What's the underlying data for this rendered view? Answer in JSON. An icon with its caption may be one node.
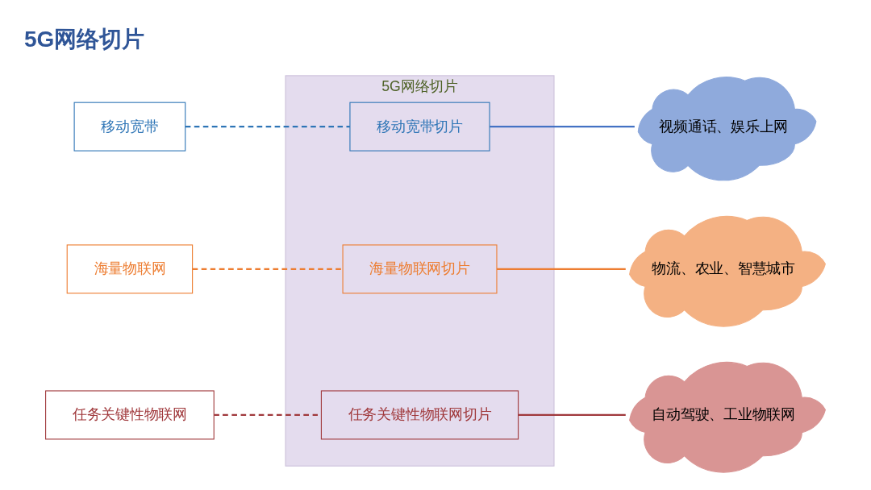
{
  "diagram": {
    "title": "5G网络切片",
    "nodes": [
      {
        "text": [
          "移动宽带"
        ]
      },
      {
        "text": [
          "海量物联网"
        ]
      },
      {
        "text": [
          "任务关键性物联网"
        ]
      },
      {
        "text": [
          "5G网络切片"
        ]
      },
      {
        "text": [
          "移动宽带切片"
        ],
        "in": 3
      },
      {
        "text": [
          "海量物联网切片"
        ],
        "in": 3
      },
      {
        "text": [
          "任务关键性物联网切片"
        ],
        "in": 3
      },
      {
        "text": [
          "视频通话、娱乐上网"
        ]
      },
      {
        "text": [
          "物流、农业、智慧城市"
        ]
      },
      {
        "text": [
          "自动驾驶、工业物联网"
        ]
      }
    ],
    "edges": [
      {
        "from": 0,
        "to": 4,
        "arrow": "none",
        "style": "dashed",
        "color": "#2e75b6"
      },
      {
        "from": 1,
        "to": 5,
        "arrow": "none",
        "style": "dashed",
        "color": "#ed7d31"
      },
      {
        "from": 2,
        "to": 6,
        "arrow": "none",
        "style": "dashed",
        "color": "#a0393c"
      },
      {
        "from": 4,
        "to": 7,
        "arrow": "none",
        "color": "#4472c4"
      },
      {
        "from": 5,
        "to": 8,
        "arrow": "none",
        "color": "#ed7d31"
      },
      {
        "from": 6,
        "to": 9,
        "arrow": "none",
        "color": "#a0393c"
      }
    ]
  }
}
